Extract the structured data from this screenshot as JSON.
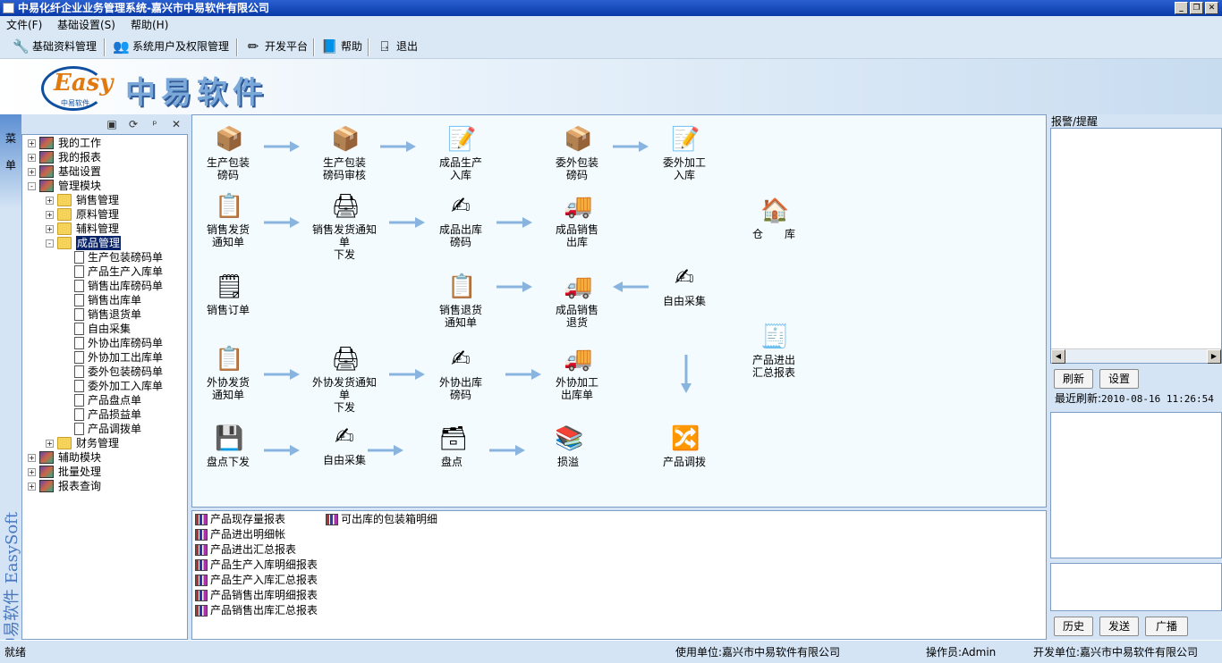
{
  "window": {
    "title": "中易化纤企业业务管理系统-嘉兴市中易软件有限公司",
    "minimize": "_",
    "restore": "❐",
    "close": "✕"
  },
  "menubar": {
    "items": [
      "文件(F)",
      "基础设置(S)",
      "帮助(H)"
    ]
  },
  "toolbar": {
    "items": [
      {
        "label": "基础资料管理",
        "icon": "wrench-icon"
      },
      {
        "label": "系统用户及权限管理",
        "icon": "users-icon"
      },
      {
        "label": "开发平台",
        "icon": "pencil-icon"
      },
      {
        "label": "帮助",
        "icon": "book-icon"
      },
      {
        "label": "退出",
        "icon": "exit-icon"
      }
    ]
  },
  "banner": {
    "logo_text": "Easy",
    "logo_sub": "中易软件",
    "brand": "中易软件"
  },
  "leftstrip": {
    "menu_chars": [
      "菜",
      "单"
    ],
    "vbrand": "中易软件 EasySoft"
  },
  "treehead": {
    "buttons": [
      "▣",
      "⟳",
      "ᵖ",
      "✕"
    ]
  },
  "tree": [
    {
      "label": "我的工作",
      "level": 0,
      "pm": "+",
      "type": "mod"
    },
    {
      "label": "我的报表",
      "level": 0,
      "pm": "+",
      "type": "mod"
    },
    {
      "label": "基础设置",
      "level": 0,
      "pm": "+",
      "type": "mod"
    },
    {
      "label": "管理模块",
      "level": 0,
      "pm": "-",
      "type": "mod"
    },
    {
      "label": "销售管理",
      "level": 1,
      "pm": "+",
      "type": "folder"
    },
    {
      "label": "原料管理",
      "level": 1,
      "pm": "+",
      "type": "folder"
    },
    {
      "label": "辅料管理",
      "level": 1,
      "pm": "+",
      "type": "folder"
    },
    {
      "label": "成品管理",
      "level": 1,
      "pm": "-",
      "type": "folder",
      "selected": true
    },
    {
      "label": "生产包装磅码单",
      "level": 2,
      "type": "doc"
    },
    {
      "label": "产品生产入库单",
      "level": 2,
      "type": "doc"
    },
    {
      "label": "销售出库磅码单",
      "level": 2,
      "type": "doc"
    },
    {
      "label": "销售出库单",
      "level": 2,
      "type": "doc"
    },
    {
      "label": "销售退货单",
      "level": 2,
      "type": "doc"
    },
    {
      "label": "自由采集",
      "level": 2,
      "type": "doc"
    },
    {
      "label": "外协出库磅码单",
      "level": 2,
      "type": "doc"
    },
    {
      "label": "外协加工出库单",
      "level": 2,
      "type": "doc"
    },
    {
      "label": "委外包装磅码单",
      "level": 2,
      "type": "doc"
    },
    {
      "label": "委外加工入库单",
      "level": 2,
      "type": "doc"
    },
    {
      "label": "产品盘点单",
      "level": 2,
      "type": "doc"
    },
    {
      "label": "产品损益单",
      "level": 2,
      "type": "doc"
    },
    {
      "label": "产品调拨单",
      "level": 2,
      "type": "doc"
    },
    {
      "label": "财务管理",
      "level": 1,
      "pm": "+",
      "type": "folder"
    },
    {
      "label": "辅助模块",
      "level": 0,
      "pm": "+",
      "type": "mod"
    },
    {
      "label": "批量处理",
      "level": 0,
      "pm": "+",
      "type": "mod"
    },
    {
      "label": "报表查询",
      "level": 0,
      "pm": "+",
      "type": "mod"
    }
  ],
  "flow": {
    "items": [
      {
        "lines": [
          "生产包装",
          "磅码"
        ],
        "icon": "box-icon",
        "glyph": "📦"
      },
      {
        "lines": [
          "生产包装",
          "磅码审核"
        ],
        "icon": "box-icon",
        "glyph": "📦"
      },
      {
        "lines": [
          "成品生产",
          "入库"
        ],
        "icon": "form-edit-icon",
        "glyph": "📝"
      },
      {
        "lines": [
          "委外包装",
          "磅码"
        ],
        "icon": "box-icon",
        "glyph": "📦"
      },
      {
        "lines": [
          "委外加工",
          "入库"
        ],
        "icon": "form-edit-icon",
        "glyph": "📝"
      },
      {
        "lines": [
          "销售发货",
          "通知单"
        ],
        "icon": "checklist-icon",
        "glyph": "📋"
      },
      {
        "lines": [
          "销售发货通知单",
          "下发"
        ],
        "icon": "stamp-icon",
        "glyph": "🖨"
      },
      {
        "lines": [
          "成品出库",
          "磅码"
        ],
        "icon": "pen-form-icon",
        "glyph": "✍"
      },
      {
        "lines": [
          "成品销售",
          "出库"
        ],
        "icon": "truck-icon",
        "glyph": "🚚"
      },
      {
        "lines": [
          "仓　　库"
        ],
        "icon": "warehouse-icon",
        "glyph": "🏠"
      },
      {
        "lines": [
          "销售订单"
        ],
        "icon": "order-icon",
        "glyph": "🗒"
      },
      {
        "lines": [
          "销售退货",
          "通知单"
        ],
        "icon": "checklist-icon",
        "glyph": "📋"
      },
      {
        "lines": [
          "成品销售",
          "退货"
        ],
        "icon": "truck-icon",
        "glyph": "🚚"
      },
      {
        "lines": [
          "自由采集"
        ],
        "icon": "pen-form-icon",
        "glyph": "✍"
      },
      {
        "lines": [
          "产品进出",
          "汇总报表"
        ],
        "icon": "register-icon",
        "glyph": "🧾"
      },
      {
        "lines": [
          "外协发货",
          "通知单"
        ],
        "icon": "checklist-icon",
        "glyph": "📋"
      },
      {
        "lines": [
          "外协发货通知单",
          "下发"
        ],
        "icon": "stamp-icon",
        "glyph": "🖨"
      },
      {
        "lines": [
          "外协出库",
          "磅码"
        ],
        "icon": "pen-form-icon",
        "glyph": "✍"
      },
      {
        "lines": [
          "外协加工",
          "出库单"
        ],
        "icon": "truck-icon",
        "glyph": "🚚"
      },
      {
        "lines": [
          "盘点下发"
        ],
        "icon": "floppy-icon",
        "glyph": "💾"
      },
      {
        "lines": [
          "自由采集"
        ],
        "icon": "pen-form-icon",
        "glyph": "✍"
      },
      {
        "lines": [
          "盘点"
        ],
        "icon": "stock-box-icon",
        "glyph": "🗃"
      },
      {
        "lines": [
          "损溢"
        ],
        "icon": "loss-gain-icon",
        "glyph": "📚"
      },
      {
        "lines": [
          "产品调拨"
        ],
        "icon": "transfer-icon",
        "glyph": "🔀"
      }
    ]
  },
  "reports": {
    "items": [
      "产品现存量报表",
      "产品进出明细帐",
      "产品进出汇总报表",
      "产品生产入库明细报表",
      "产品生产入库汇总报表",
      "产品销售出库明细报表",
      "产品销售出库汇总报表",
      "可出库的包装箱明细"
    ]
  },
  "right": {
    "alert_title": "报警/提醒",
    "refresh": "刷新",
    "settings": "设置",
    "last_refresh_label": "最近刷新:",
    "last_refresh_value": "2010-08-16 11:26:54",
    "history": "历史",
    "send": "发送",
    "broadcast": "广播",
    "scroll_left": "◀",
    "scroll_right": "▶"
  },
  "status": {
    "state": "就绪",
    "user_unit": "使用单位:嘉兴市中易软件有限公司",
    "operator_label": "操作员:",
    "operator": "Admin",
    "dev_unit": "开发单位:嘉兴市中易软件有限公司"
  }
}
